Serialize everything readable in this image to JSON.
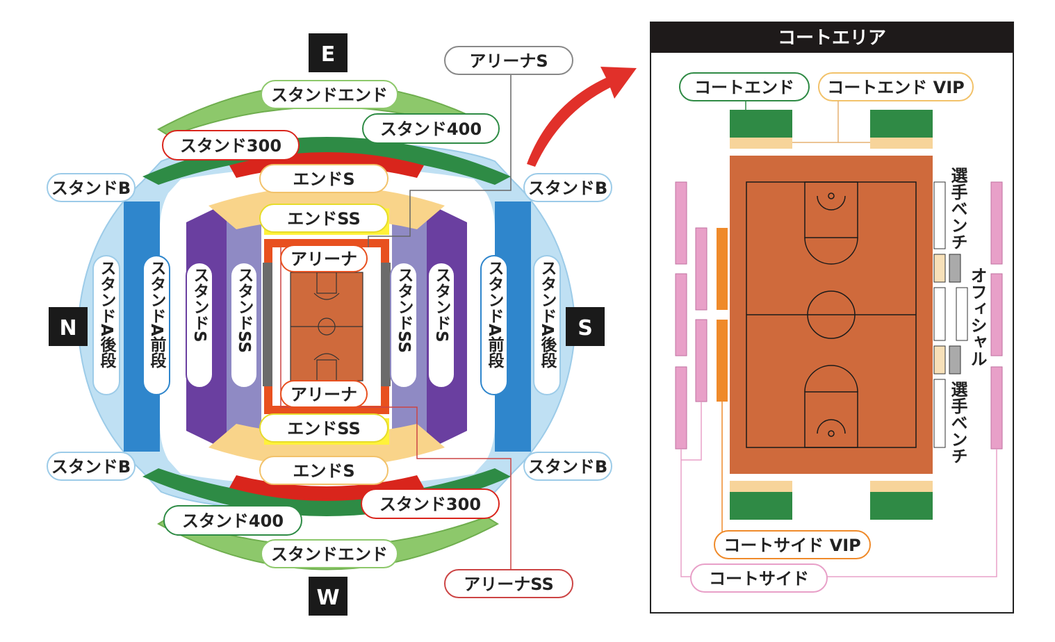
{
  "compass": {
    "east": "E",
    "west": "W",
    "north": "N",
    "south": "S"
  },
  "stadium": {
    "arena_s": "アリーナS",
    "arena_ss": "アリーナSS",
    "stand_end_top": "スタンドエンド",
    "stand_end_bottom": "スタンドエンド",
    "stand_400_top": "スタンド400",
    "stand_400_bottom": "スタンド400",
    "stand_300_top": "スタンド300",
    "stand_300_bottom": "スタンド300",
    "stand_b_nw": "スタンドB",
    "stand_b_ne": "スタンドB",
    "stand_b_sw": "スタンドB",
    "stand_b_se": "スタンドB",
    "end_s_top": "エンドS",
    "end_s_bottom": "エンドS",
    "end_ss_top": "エンドSS",
    "end_ss_bottom": "エンドSS",
    "arena_top": "アリーナ",
    "arena_bottom": "アリーナ",
    "stand_a_rear_left": "スタンドA後段",
    "stand_a_front_left": "スタンドA前段",
    "stand_s_left": "スタンドS",
    "stand_ss_left": "スタンドSS",
    "stand_ss_right": "スタンドSS",
    "stand_s_right": "スタンドS",
    "stand_a_front_right": "スタンドA前段",
    "stand_a_rear_right": "スタンドA後段"
  },
  "court_area": {
    "title": "コートエリア",
    "court_end": "コートエンド",
    "court_end_vip": "コートエンド VIP",
    "player_bench_top": "選手ベンチ",
    "player_bench_bottom": "選手ベンチ",
    "official": "オフィシャル",
    "court_side_vip": "コートサイド VIP",
    "court_side": "コートサイド"
  },
  "colors": {
    "stand_end": "#8dc86b",
    "stand_400": "#2e8b45",
    "stand_300": "#d9251c",
    "stand_b": "#bfe0f3",
    "stand_a_front": "#2f86cc",
    "stand_s": "#6a3fa0",
    "stand_ss": "#8f8ac4",
    "end_s": "#f9d48a",
    "end_ss": "#fff23a",
    "arena": "#e8501f",
    "court": "#cf6a3c",
    "court_end": "#2f8a45",
    "court_end_vip": "#f7d49a",
    "court_side_vip": "#ef8a2a",
    "court_side": "#e8a0c8",
    "arrow": "#e1302a"
  }
}
